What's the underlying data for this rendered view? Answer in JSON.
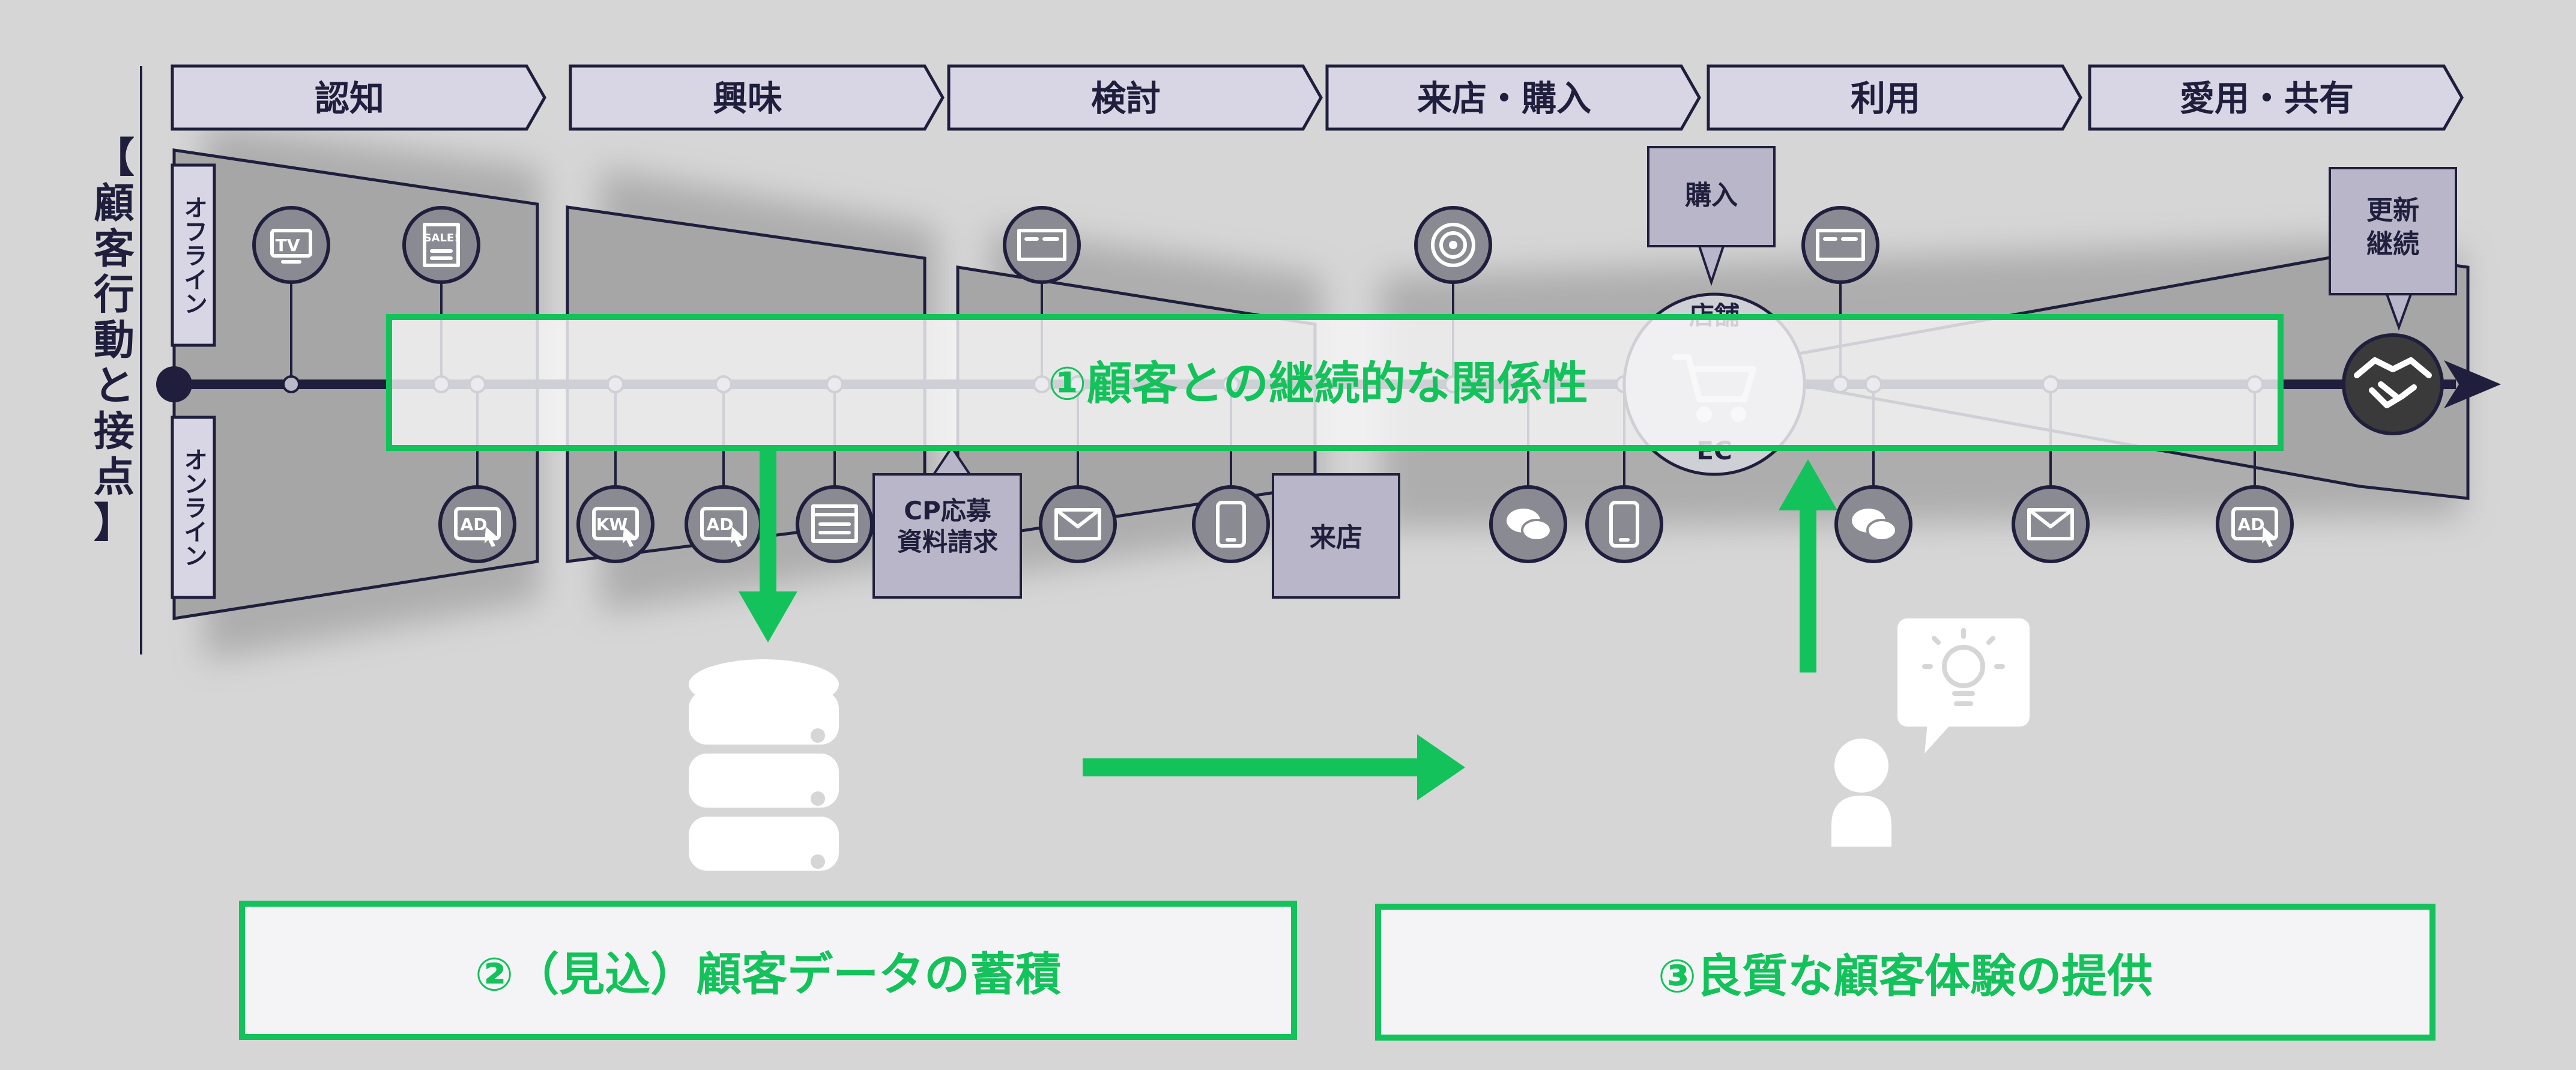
{
  "colors": {
    "background": "#d6d6d6",
    "navy": "#1f1f3d",
    "stage_fill": "#d8d6e4",
    "accent_green": "#13c25a",
    "white": "#ffffff"
  },
  "vertical_label": "【顧客行動と接点】",
  "channels": {
    "offline": "オフライン",
    "online": "オンライン"
  },
  "stages": [
    "認知",
    "興味",
    "検討",
    "来店・購入",
    "利用",
    "愛用・共有"
  ],
  "touchpoints": {
    "offline": [
      {
        "icon": "tv-icon",
        "label": "TV"
      },
      {
        "icon": "sale-flyer-icon",
        "label": "SALE!"
      },
      {
        "icon": "direct-mail-icon",
        "label": ""
      },
      {
        "icon": "broadcast-icon",
        "label": ""
      },
      {
        "icon": "direct-mail-icon",
        "label": ""
      }
    ],
    "online": [
      {
        "icon": "ad-click-icon",
        "label": "AD"
      },
      {
        "icon": "keyword-search-icon",
        "label": "KW"
      },
      {
        "icon": "ad-click-icon",
        "label": "AD"
      },
      {
        "icon": "web-page-icon",
        "label": ""
      },
      {
        "icon": "email-icon",
        "label": ""
      },
      {
        "icon": "mobile-icon",
        "label": ""
      },
      {
        "icon": "chat-icon",
        "label": ""
      },
      {
        "icon": "mobile-icon",
        "label": ""
      },
      {
        "icon": "chat-icon",
        "label": ""
      },
      {
        "icon": "email-icon",
        "label": ""
      },
      {
        "icon": "ad-click-icon",
        "label": "AD"
      }
    ]
  },
  "callouts": {
    "cp_request": "CP応募\n資料請求",
    "store_visit": "来店",
    "purchase": "購入",
    "renewal": "更新\n継続"
  },
  "store_ec": {
    "top": "店舗",
    "bottom": "EC"
  },
  "boxes": {
    "relationship": "①顧客との継続的な関係性",
    "data_accumulation": "②（見込）顧客データの蓄積",
    "good_experience": "③良質な顧客体験の提供"
  }
}
